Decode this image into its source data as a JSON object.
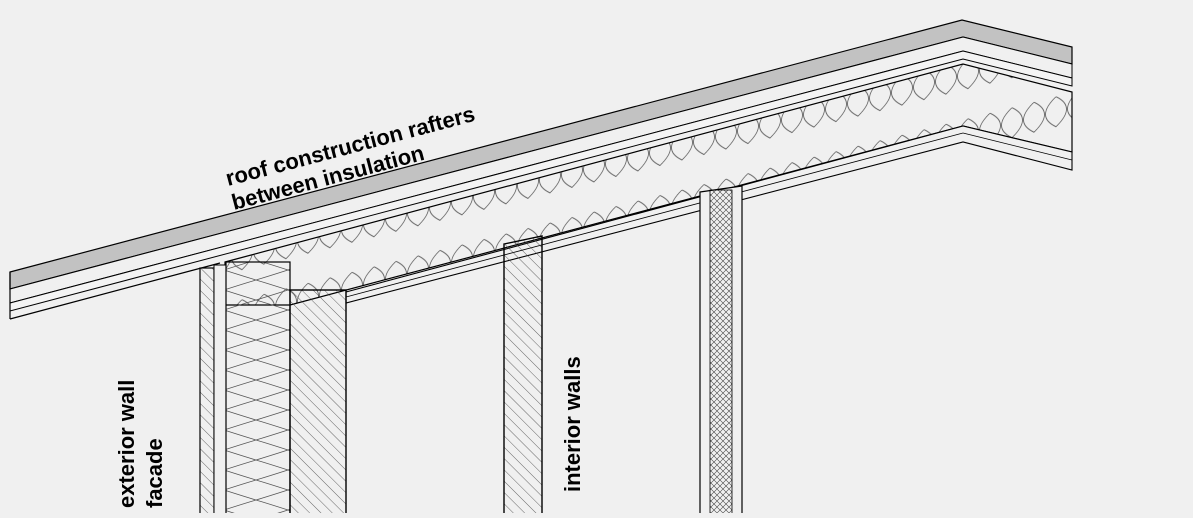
{
  "labels": {
    "roof_line1": "roof construction rafters",
    "roof_line2": "between insulation",
    "exterior_line1": "exterior wall",
    "exterior_line2": "facade",
    "interior": "interior walls"
  },
  "colors": {
    "background": "#f0f0f0",
    "roof_cover": "#c2c2c2",
    "line": "#000000",
    "insulation_line": "#555555"
  }
}
